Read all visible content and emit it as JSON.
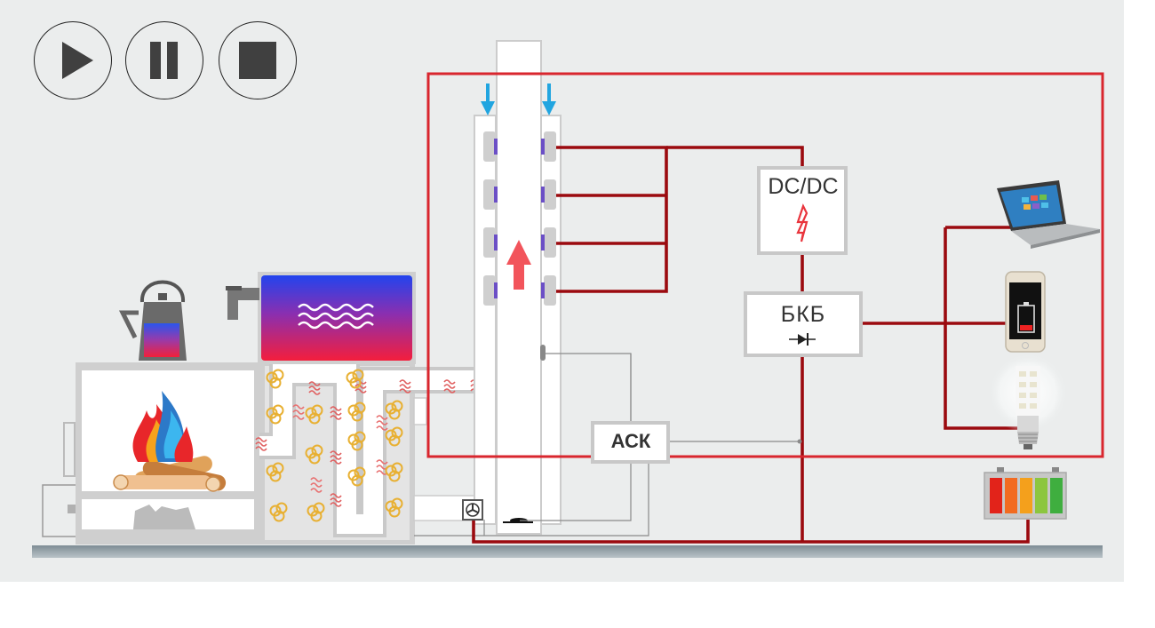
{
  "controls": {
    "play_icon": "play-icon",
    "pause_icon": "pause-icon",
    "stop_icon": "stop-icon"
  },
  "labels": {
    "converter": "DC/DC",
    "battery_block": "БКБ",
    "control_unit": "АСК"
  },
  "colors": {
    "background": "#ebeded",
    "circuit_outline": "#d9262e",
    "wire": "#9b0a0f",
    "cold_air": "#21a5e0",
    "hot_arrow": "#f2545b",
    "water_hot": "#f41e3c",
    "water_cold": "#2244ee",
    "housing": "#c8c8c8"
  },
  "battery_levels": [
    "#e2231a",
    "#f26b21",
    "#f4a01c",
    "#8cc63f",
    "#3fae3f"
  ]
}
